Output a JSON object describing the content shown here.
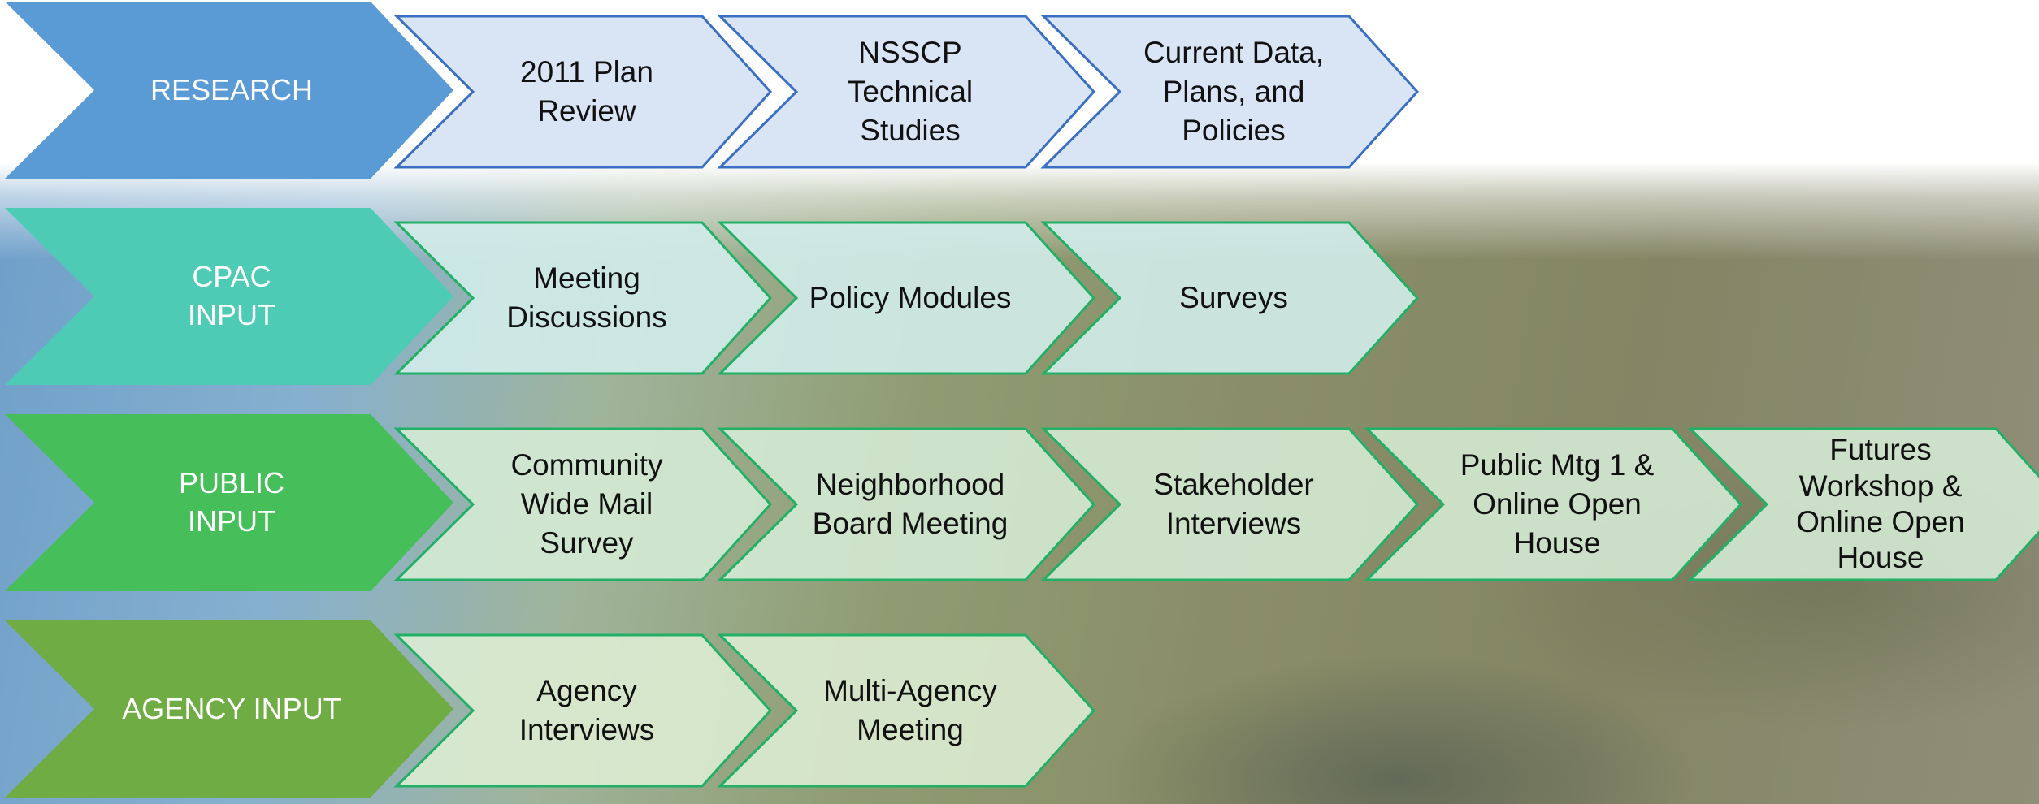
{
  "colors": {
    "research": "#5b9bd5",
    "cpac": "#4ecbb5",
    "public": "#46bf5a",
    "agency": "#6fac44",
    "research_border": "#3a6fc4",
    "green_border": "#22b066"
  },
  "rows": [
    {
      "id": "research",
      "category": "RESEARCH",
      "steps": [
        "2011 Plan\nReview",
        "NSSCP\nTechnical\nStudies",
        "Current Data,\nPlans, and\nPolicies"
      ]
    },
    {
      "id": "cpac",
      "category": "CPAC\nINPUT",
      "steps": [
        "Meeting\nDiscussions",
        "Policy Modules",
        "Surveys"
      ]
    },
    {
      "id": "public",
      "category": "PUBLIC\nINPUT",
      "steps": [
        "Community\nWide Mail\nSurvey",
        "Neighborhood\nBoard Meeting",
        "Stakeholder\nInterviews",
        "Public Mtg 1 &\nOnline Open\nHouse",
        "Futures\nWorkshop &\nOnline Open\nHouse"
      ]
    },
    {
      "id": "agency",
      "category": "AGENCY INPUT",
      "steps": [
        "Agency\nInterviews",
        "Multi-Agency\nMeeting"
      ]
    }
  ]
}
